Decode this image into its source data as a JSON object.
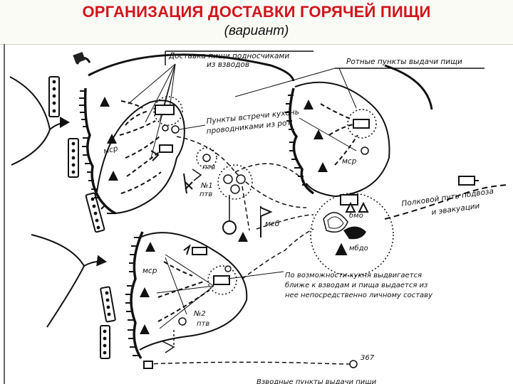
{
  "header": {
    "title": "ОРГАНИЗАЦИЯ ДОСТАВКИ ГОРЯЧЕЙ ПИЩИ",
    "subtitle": "(вариант)"
  },
  "diagram": {
    "labels": {
      "delivery_line1": "Доставка пищи подносчиками",
      "delivery_line2": "из взводов",
      "company_points": "Ротные пункты выдачи пищи",
      "meeting_line1": "Пункты встречи кухонь",
      "meeting_line2": "проводниками из рот",
      "msr_upper": "мср",
      "msr_lower": "мср",
      "msr_right": "мср",
      "ptv_1": "птв",
      "no1": "№1",
      "ptv_2": "птв",
      "no2": "№2",
      "ptv_3": "птв",
      "msb": "мсб",
      "bmo": "бмо",
      "mbdo": "мбдо",
      "route_line1": "Полковой путь подвоза",
      "route_line2": "и эвакуации",
      "note_line1": "По возможности кухня выдвигается",
      "note_line2": "ближе к взводам и пища выдается из",
      "note_line3": "нее непосредственно личному составу",
      "height_mark": "367",
      "bottom_partial": "Взводные пункты выдачи пищи"
    }
  }
}
